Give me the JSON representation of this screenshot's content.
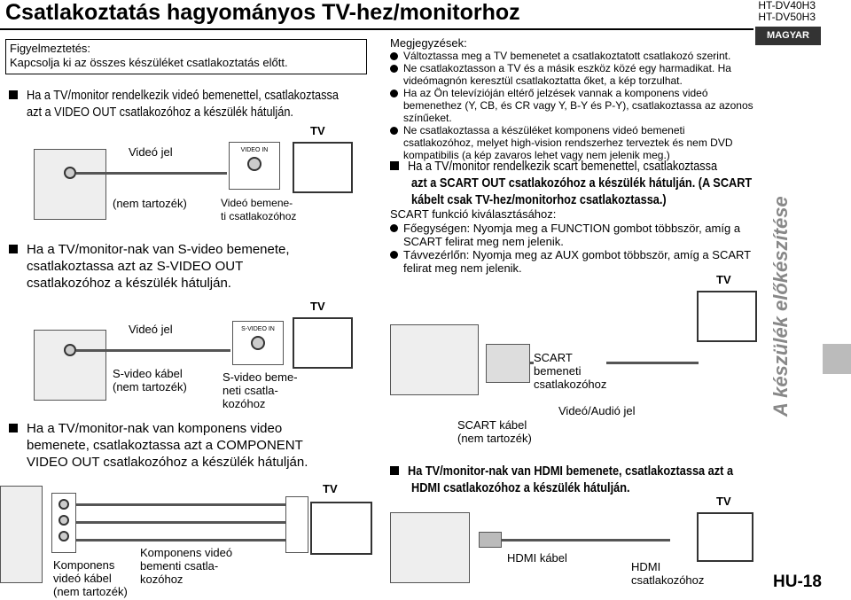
{
  "page": {
    "title": "Csatlakoztatás hagyományos TV-hez/monitorhoz",
    "models": [
      "HT-DV40H3",
      "HT-DV50H3"
    ],
    "language": "MAGYAR",
    "side_label": "A készülék előkészítése",
    "page_number": "HU-18"
  },
  "warning": {
    "heading": "Figyelmeztetés:",
    "text": "Kapcsolja ki az összes készüléket csatlakoztatás előtt."
  },
  "left": {
    "sec1": {
      "line1": "Ha a TV/monitor rendelkezik videó bemenettel, csatlakoztassa",
      "line2": "azt a VIDEO OUT csatlakozóhoz a készülék hátulján.",
      "signal": "Videó jel",
      "tv": "TV",
      "cable": "(nem tartozék)",
      "input_line1": "Videó bemene-",
      "input_line2": "ti csatlakozóhoz",
      "jack_label": "VIDEO IN"
    },
    "sec2": {
      "line1": "Ha a TV/monitor-nak van S-video bemenete,",
      "line2": "csatlakoztassa azt az S-VIDEO OUT",
      "line3": "csatlakozóhoz a készülék hátulján.",
      "signal": "Videó jel",
      "tv": "TV",
      "cable_line1": "S-video kábel",
      "cable_line2": "(nem tartozék)",
      "input_line1": "S-video beme-",
      "input_line2": "neti csatla-",
      "input_line3": "kozóhoz",
      "jack_label": "S-VIDEO IN"
    },
    "sec3": {
      "line1": "Ha a TV/monitor-nak van komponens video",
      "line2": "bemenete, csatlakoztassa azt a COMPONENT",
      "line3": "VIDEO OUT csatlakozóhoz a készülék hátulján.",
      "tv": "TV",
      "cable_line1": "Komponens",
      "cable_line2": "videó kábel",
      "cable_line3": "(nem tartozék)",
      "input_line1": "Komponens videó",
      "input_line2": "bementi csatla-",
      "input_line3": "kozóhoz"
    }
  },
  "right": {
    "notes_heading": "Megjegyzések:",
    "notes": [
      "Változtassa meg a TV bemenetet a csatlakoztatott csatlakozó szerint.",
      "Ne csatlakoztasson a TV és a másik eszköz közé egy harmadikat. Ha videómagnón keresztül csatlakoztatta őket, a kép torzulhat.",
      "Ha az Ön televízióján eltérő jelzések vannak a komponens videó bemenethez (Y, CB, és CR vagy Y, B-Y és P-Y), csatlakoztassa az azonos színűeket.",
      "Ne csatlakoztassa a készüléket komponens videó bemeneti csatlakozóhoz, melyet high-vision rendszerhez terveztek és nem DVD kompatibilis (a kép zavaros lehet vagy nem jelenik meg.)"
    ],
    "scart": {
      "line1": "Ha a TV/monitor rendelkezik scart bemenettel, csatlakoztassa",
      "line2": "azt a SCART OUT csatlakozóhoz a készülék hátulján. (A SCART",
      "line3": "kábelt csak TV-hez/monitorhoz csatlakoztassa.)",
      "select_heading": "SCART funkció kiválasztásához:",
      "main_unit": "Főegységen: Nyomja meg a FUNCTION gombot többször, amíg a SCART felirat meg nem jelenik.",
      "remote": "Távvezérlőn: Nyomja meg az AUX gombot többször, amíg a SCART felirat meg nem jelenik.",
      "tv": "TV",
      "input_line1": "SCART",
      "input_line2": "bemeneti",
      "input_line3": "csatlakozóhoz",
      "signal": "Videó/Audió jel",
      "cable_line1": "SCART kábel",
      "cable_line2": "(nem tartozék)"
    },
    "hdmi": {
      "line1": "Ha  TV/monitor-nak van HDMI bemenete, csatlakoztassa azt a",
      "line2": "HDMI csatlakozóhoz a készülék hátulján.",
      "tv": "TV",
      "cable": "HDMI kábel",
      "input_line1": "HDMI",
      "input_line2": "csatlakozóhoz"
    }
  }
}
